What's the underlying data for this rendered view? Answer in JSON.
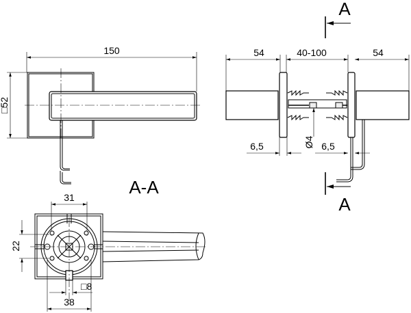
{
  "drawing": {
    "front_view": {
      "overall_length": "150",
      "rose_size": "□52"
    },
    "side_view": {
      "handle_depth_left": "54",
      "door_thickness_range": "40-100",
      "handle_depth_right": "54",
      "rose_thickness_left": "6,5",
      "rose_thickness_right": "6,5",
      "spindle_diameter": "Ø4",
      "section_mark_top": "A",
      "section_mark_bottom": "A"
    },
    "section_view": {
      "title": "A-A",
      "fixing_spacing": "31",
      "fixing_height": "22",
      "spindle_square": "□8",
      "base_width": "38"
    }
  }
}
